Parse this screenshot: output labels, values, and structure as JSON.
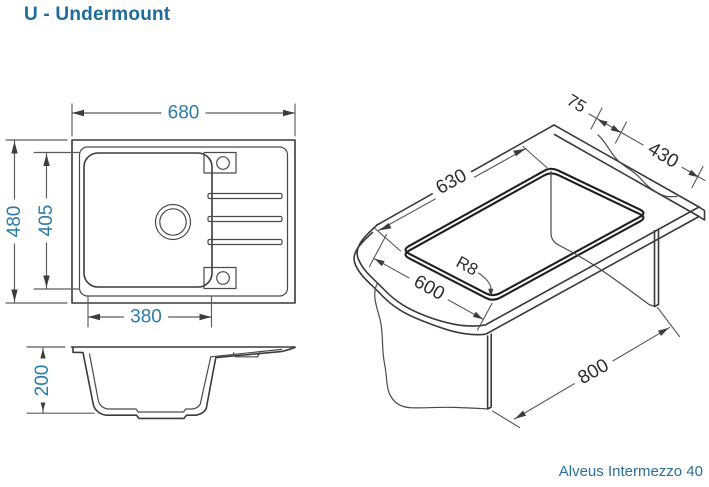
{
  "title": "U - Undermount",
  "product_name": "Alveus Intermezzo 40",
  "colors": {
    "title_teal": "#1f6b99",
    "dimension_teal": "#2b7ba8",
    "line_dark": "#3a3a3a",
    "background": "#ffffff"
  },
  "top_view": {
    "overall_width_mm": "680",
    "overall_depth_mm": "480",
    "bowl_width_mm": "405",
    "bowl_length_mm": "380"
  },
  "side_view": {
    "bowl_depth_mm": "200"
  },
  "cutout_view": {
    "edge_distance_mm": "75",
    "cutout_width_mm": "430",
    "cutout_length_mm": "630",
    "counter_depth_mm": "600",
    "counter_length_mm": "800",
    "corner_radius_label": "R8"
  }
}
